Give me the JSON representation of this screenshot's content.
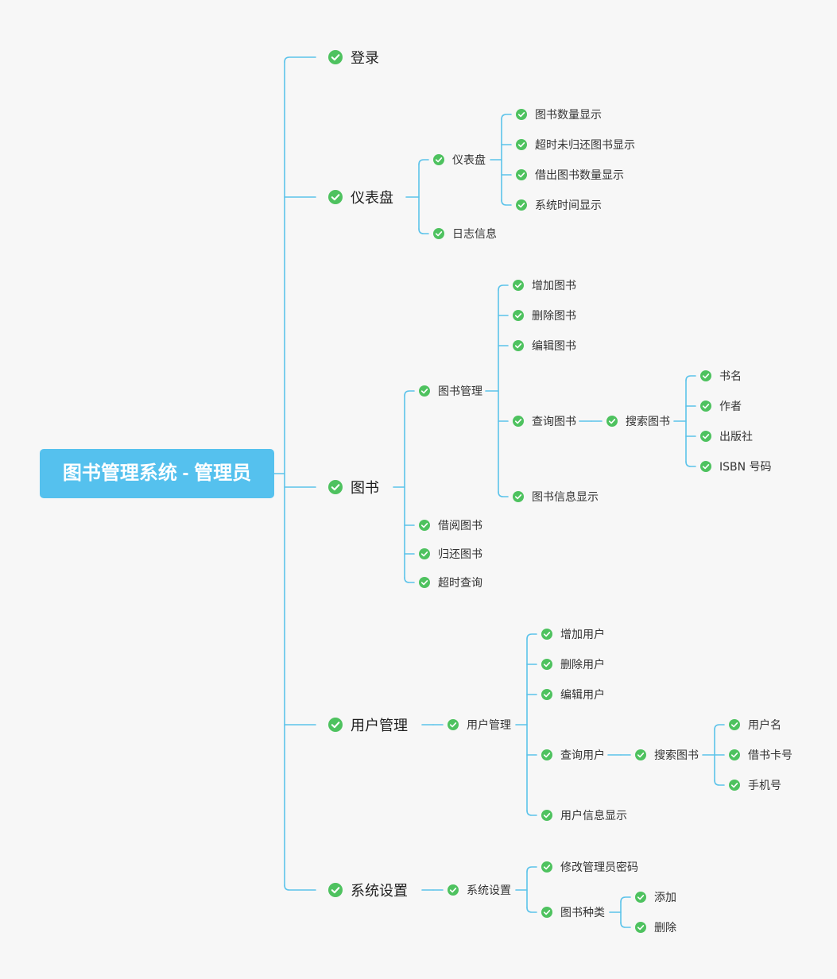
{
  "root": {
    "label": "图书管理系统 - 管理员"
  },
  "colors": {
    "line": "#5cc3ea",
    "root_fill": "#55c1ee",
    "check": "#4ec25f",
    "background": "#f7f7f7"
  },
  "icon": "check-circle-icon",
  "nodes": {
    "login": "登录",
    "dashboard": "仪表盘",
    "dashboard_sub": "仪表盘",
    "book_count": "图书数量显示",
    "overdue_unreturned": "超时未归还图书显示",
    "borrowed_count": "借出图书数量显示",
    "system_time": "系统时间显示",
    "log_info": "日志信息",
    "books": "图书",
    "book_manage": "图书管理",
    "add_book": "增加图书",
    "delete_book": "删除图书",
    "edit_book": "编辑图书",
    "query_book": "查询图书",
    "search_book": "搜索图书",
    "title": "书名",
    "author": "作者",
    "publisher": "出版社",
    "isbn": "ISBN 号码",
    "book_info_display": "图书信息显示",
    "borrow_book": "借阅图书",
    "return_book": "归还图书",
    "overdue_query": "超时查询",
    "user_manage": "用户管理",
    "user_manage_sub": "用户管理",
    "add_user": "增加用户",
    "delete_user": "删除用户",
    "edit_user": "编辑用户",
    "query_user": "查询用户",
    "search_user_book": "搜索图书",
    "username": "用户名",
    "card_number": "借书卡号",
    "phone": "手机号",
    "user_info_display": "用户信息显示",
    "settings": "系统设置",
    "settings_sub": "系统设置",
    "change_password": "修改管理员密码",
    "book_category": "图书种类",
    "add": "添加",
    "delete": "删除"
  }
}
